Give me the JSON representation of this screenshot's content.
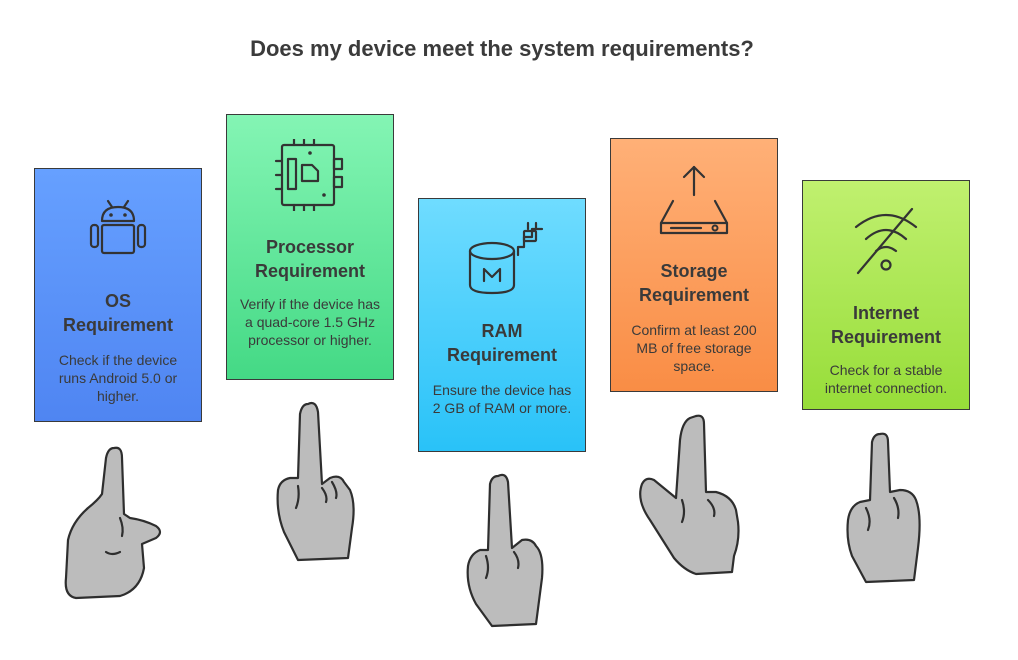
{
  "title": "Does my device meet the system requirements?",
  "cards": [
    {
      "heading_line1": "OS",
      "heading_line2": "Requirement",
      "description": "Check if the device runs Android 5.0 or higher.",
      "icon": "android-icon",
      "color": "#5b93fa"
    },
    {
      "heading_line1": "Processor",
      "heading_line2": "Requirement",
      "description": "Verify if the device has a quad-core 1.5 GHz processor or higher.",
      "icon": "cpu-chip-icon",
      "color": "#5ee497"
    },
    {
      "heading_line1": "RAM",
      "heading_line2": "Requirement",
      "description": "Ensure the device has 2 GB of RAM or more.",
      "icon": "memory-icon",
      "color": "#3fcdfb"
    },
    {
      "heading_line1": "Storage",
      "heading_line2": "Requirement",
      "description": "Confirm at least 200 MB of free storage space.",
      "icon": "storage-upload-icon",
      "color": "#fb9d5c"
    },
    {
      "heading_line1": "Internet",
      "heading_line2": "Requirement",
      "description": "Check for a stable internet connection.",
      "icon": "wifi-off-icon",
      "color": "#aae653"
    }
  ]
}
